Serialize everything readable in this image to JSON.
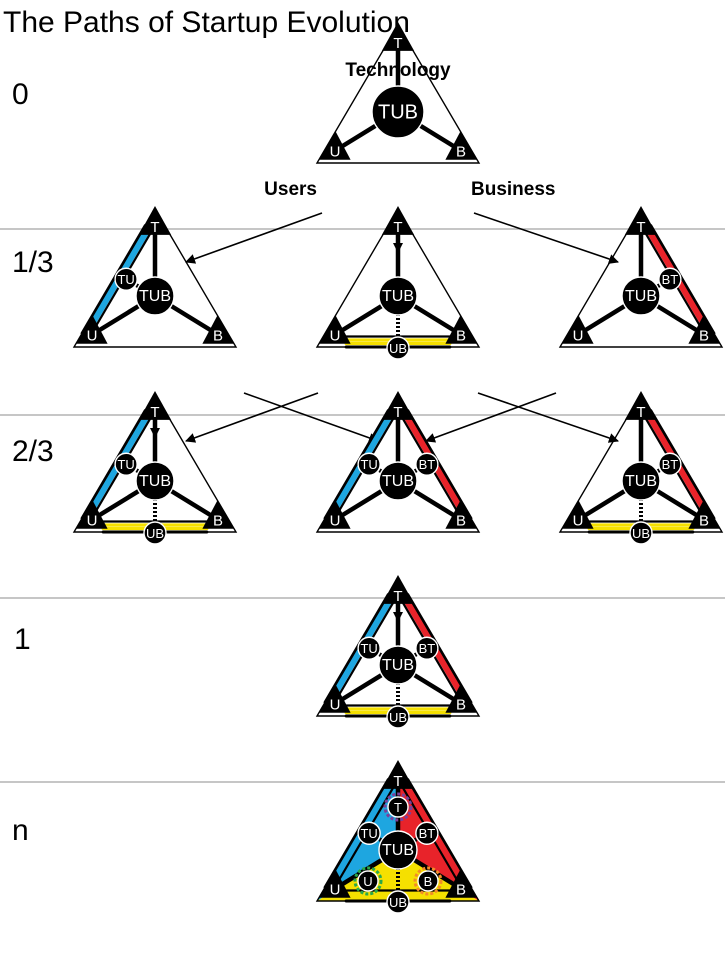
{
  "title": "The Paths of Startup Evolution",
  "stages": [
    "0",
    "1/3",
    "2/3",
    "1",
    "n"
  ],
  "dimensions": {
    "technology": "Technology",
    "users": "Users",
    "business": "Business"
  },
  "nodes": {
    "t": "T",
    "u": "U",
    "b": "B",
    "tub": "TUB",
    "tu": "TU",
    "ub": "UB",
    "bt": "BT"
  },
  "colors": {
    "tu_stripe": "#1ea6e0",
    "ub_stripe": "#f5e000",
    "bt_stripe": "#e8232a",
    "t_inner": "#7b3f99",
    "u_inner": "#2aa84a",
    "b_inner": "#f28c28",
    "ink": "#000000",
    "divider": "#b3b3b3"
  },
  "diagrams": [
    {
      "stage": "0",
      "pairs": []
    },
    {
      "stage": "1/3",
      "pairs": [
        "TU"
      ]
    },
    {
      "stage": "1/3",
      "pairs": [
        "UB"
      ]
    },
    {
      "stage": "1/3",
      "pairs": [
        "BT"
      ]
    },
    {
      "stage": "2/3",
      "pairs": [
        "TU",
        "UB"
      ]
    },
    {
      "stage": "2/3",
      "pairs": [
        "TU",
        "BT"
      ]
    },
    {
      "stage": "2/3",
      "pairs": [
        "BT",
        "UB"
      ]
    },
    {
      "stage": "1",
      "pairs": [
        "TU",
        "BT",
        "UB"
      ]
    },
    {
      "stage": "n",
      "pairs": [
        "TU",
        "BT",
        "UB"
      ],
      "filled": true
    }
  ]
}
